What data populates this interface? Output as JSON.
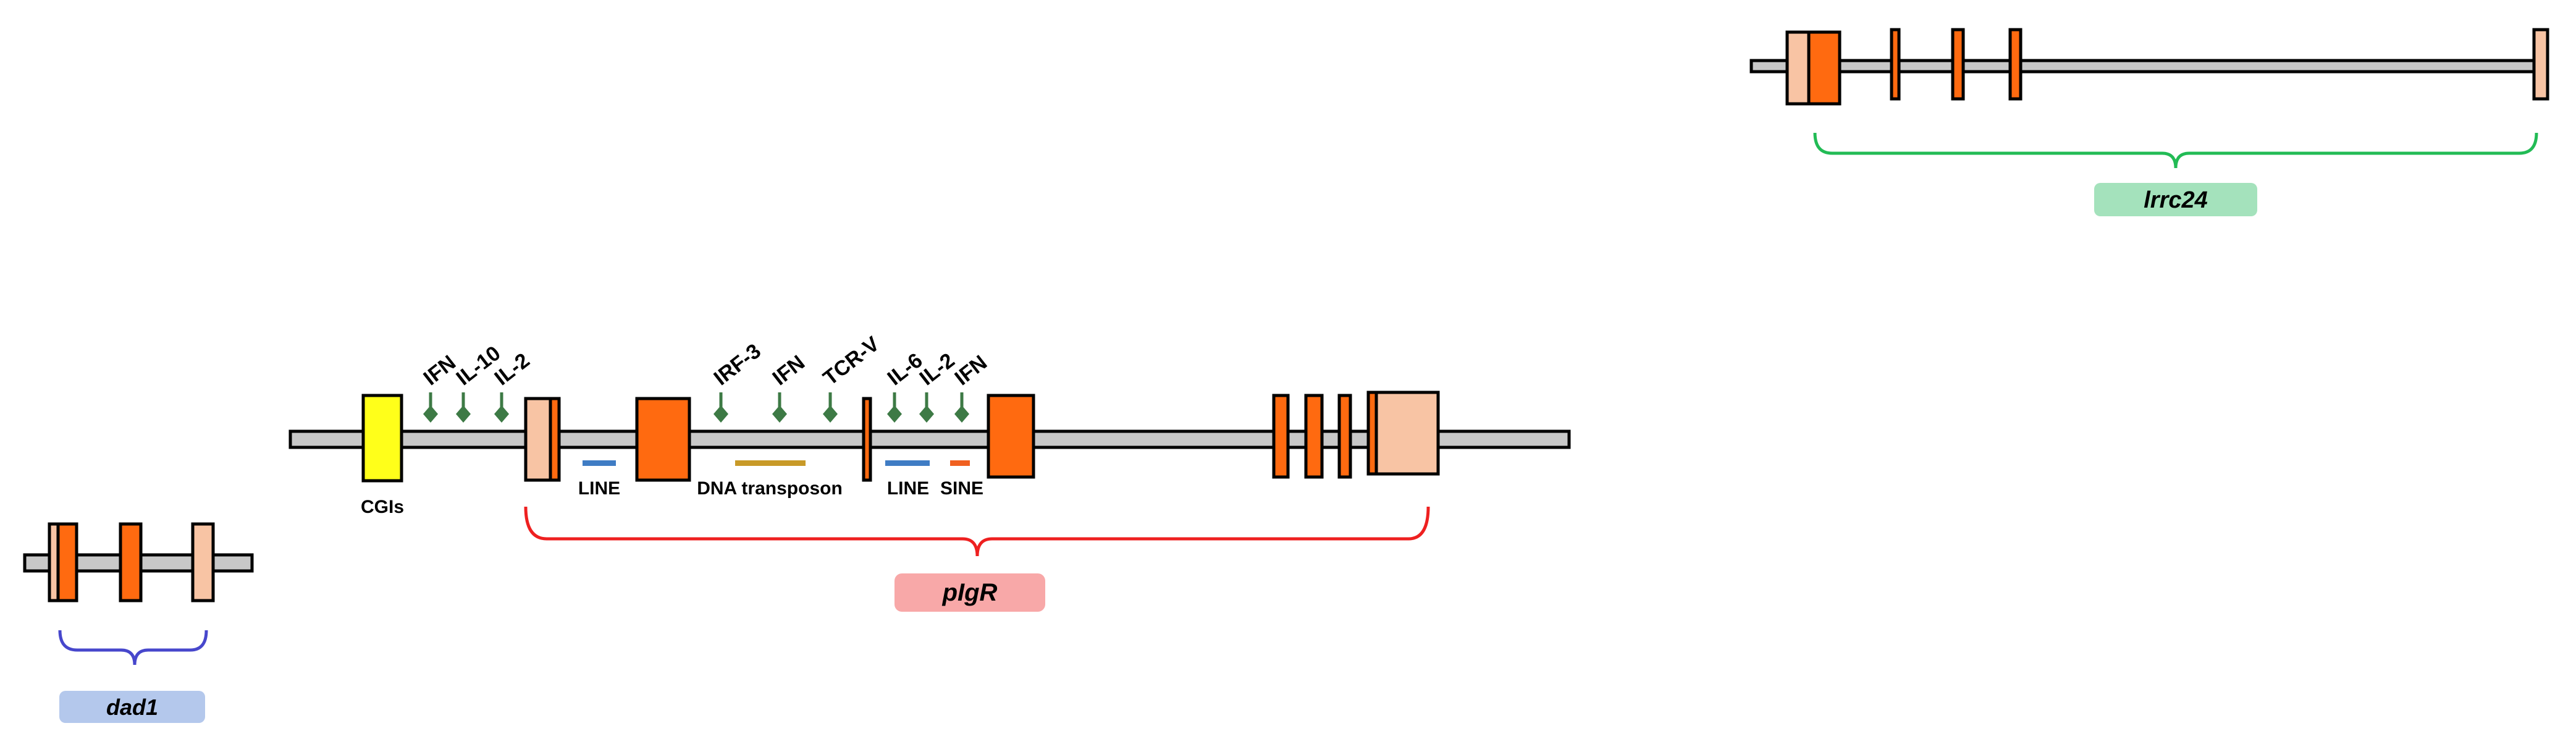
{
  "colors": {
    "backbone": "#c8c8c8",
    "exon_dark": "#ff6a10",
    "exon_light": "#f8c4a4",
    "cgi": "#ffff1a",
    "tf_marker": "#3d7a45",
    "line_element": "#3f7cc4",
    "dna_transposon": "#c89a28",
    "sine_element": "#f06020",
    "bracket_red": "#ee2020",
    "bracket_blue": "#4747cc",
    "bracket_green": "#22bb55",
    "label_red_bg": "#f8a8a8",
    "label_blue_bg": "#b4c8ec",
    "label_green_bg": "#a4e2bc"
  },
  "genes": {
    "pigr": "pIgR",
    "dad1": "dad1",
    "lrrc24": "lrrc24"
  },
  "regulatory": {
    "cgi": "CGIs",
    "tf_sites": [
      "IFN",
      "IL-10",
      "IL-2",
      "IRF-3",
      "IFN",
      "TCR-V",
      "IL-6",
      "IL-2",
      "IFN"
    ]
  },
  "repeats": [
    "LINE",
    "DNA transposon",
    "LINE",
    "SINE"
  ]
}
